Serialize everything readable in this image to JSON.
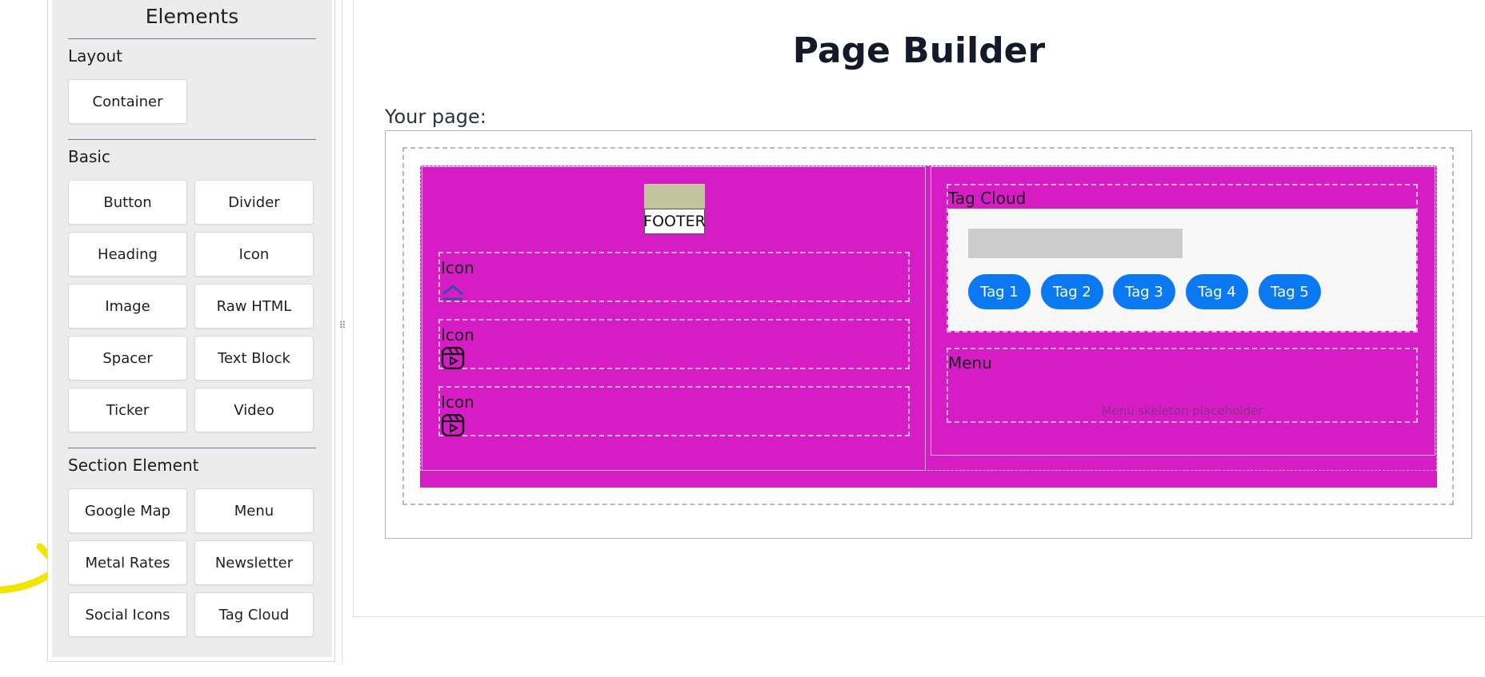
{
  "sidebar": {
    "title": "Elements",
    "sections": [
      {
        "title": "Layout",
        "items": [
          "Container"
        ]
      },
      {
        "title": "Basic",
        "items": [
          "Button",
          "Divider",
          "Heading",
          "Icon",
          "Image",
          "Raw HTML",
          "Spacer",
          "Text Block",
          "Ticker",
          "Video"
        ]
      },
      {
        "title": "Section Element",
        "items": [
          "Google Map",
          "Menu",
          "Metal Rates",
          "Newsletter",
          "Social Icons",
          "Tag Cloud"
        ]
      }
    ]
  },
  "main": {
    "title": "Page Builder",
    "your_page_label": "Your page:"
  },
  "canvas": {
    "footer_label": "FOOTER",
    "icon_blocks": [
      {
        "label": "Icon",
        "icon": "chevron-up-icon"
      },
      {
        "label": "Icon",
        "icon": "instagram-reels-icon"
      },
      {
        "label": "Icon",
        "icon": "instagram-reels-icon"
      }
    ],
    "tag_cloud": {
      "title": "Tag Cloud",
      "tags": [
        "Tag 1",
        "Tag 2",
        "Tag 3",
        "Tag 4",
        "Tag 5"
      ]
    },
    "menu": {
      "title": "Menu",
      "placeholder": "Menu skeleton placeholder"
    }
  },
  "colors": {
    "section_magenta": "#d61cc4",
    "tag_blue": "#0b79f2",
    "sidebar_bg": "#ececec",
    "annotation_yellow": "#f2e600"
  }
}
